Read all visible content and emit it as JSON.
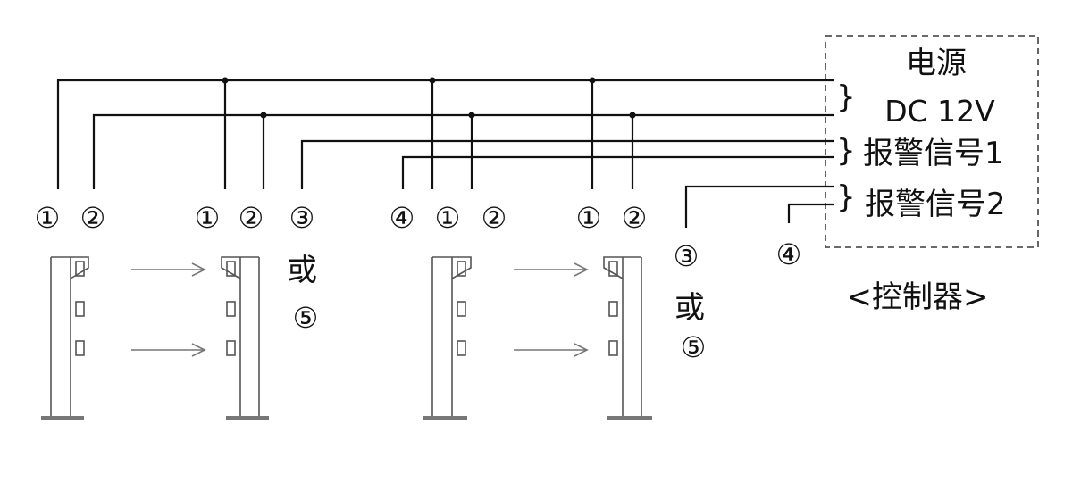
{
  "controller": {
    "power_label": "电源",
    "power_spec": "DC 12V",
    "alarm1_label": "报警信号1",
    "alarm2_label": "报警信号2",
    "caption": "<控制器>",
    "brace": "}"
  },
  "terminals": {
    "t1": "①",
    "t2": "②",
    "t3": "③",
    "t4": "④",
    "t5": "⑤"
  },
  "or_word": "或"
}
